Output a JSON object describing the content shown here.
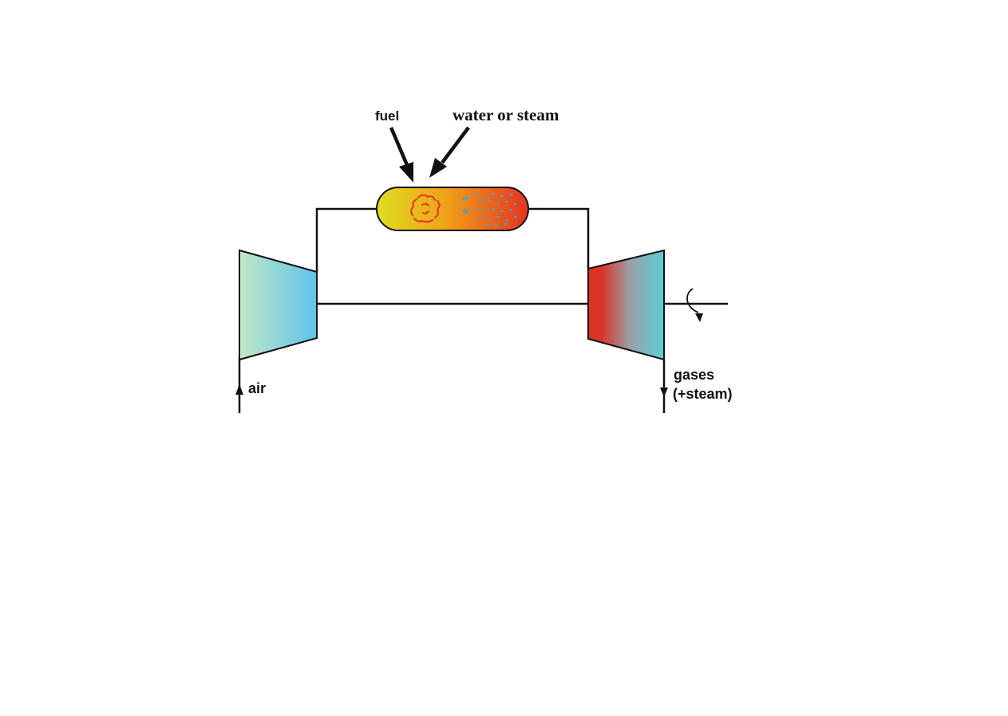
{
  "labels": {
    "fuel": "fuel",
    "water_or_steam": "water or steam",
    "air": "air",
    "gases": "gases",
    "steam_note": "(+steam)"
  },
  "colors": {
    "line": "#111111",
    "compressor_start": "#c2e8c6",
    "compressor_end": "#5ec3ee",
    "turbine_start": "#e03022",
    "turbine_end": "#5ccdd6",
    "combustor_start": "#dede1e",
    "combustor_end": "#e8331f",
    "flame": "#e8331f",
    "droplets": "#3aa6d8"
  },
  "icons": {
    "flame": "flame-icon",
    "droplets": "water-droplets-icon",
    "rotation": "rotation-arrow-icon"
  }
}
